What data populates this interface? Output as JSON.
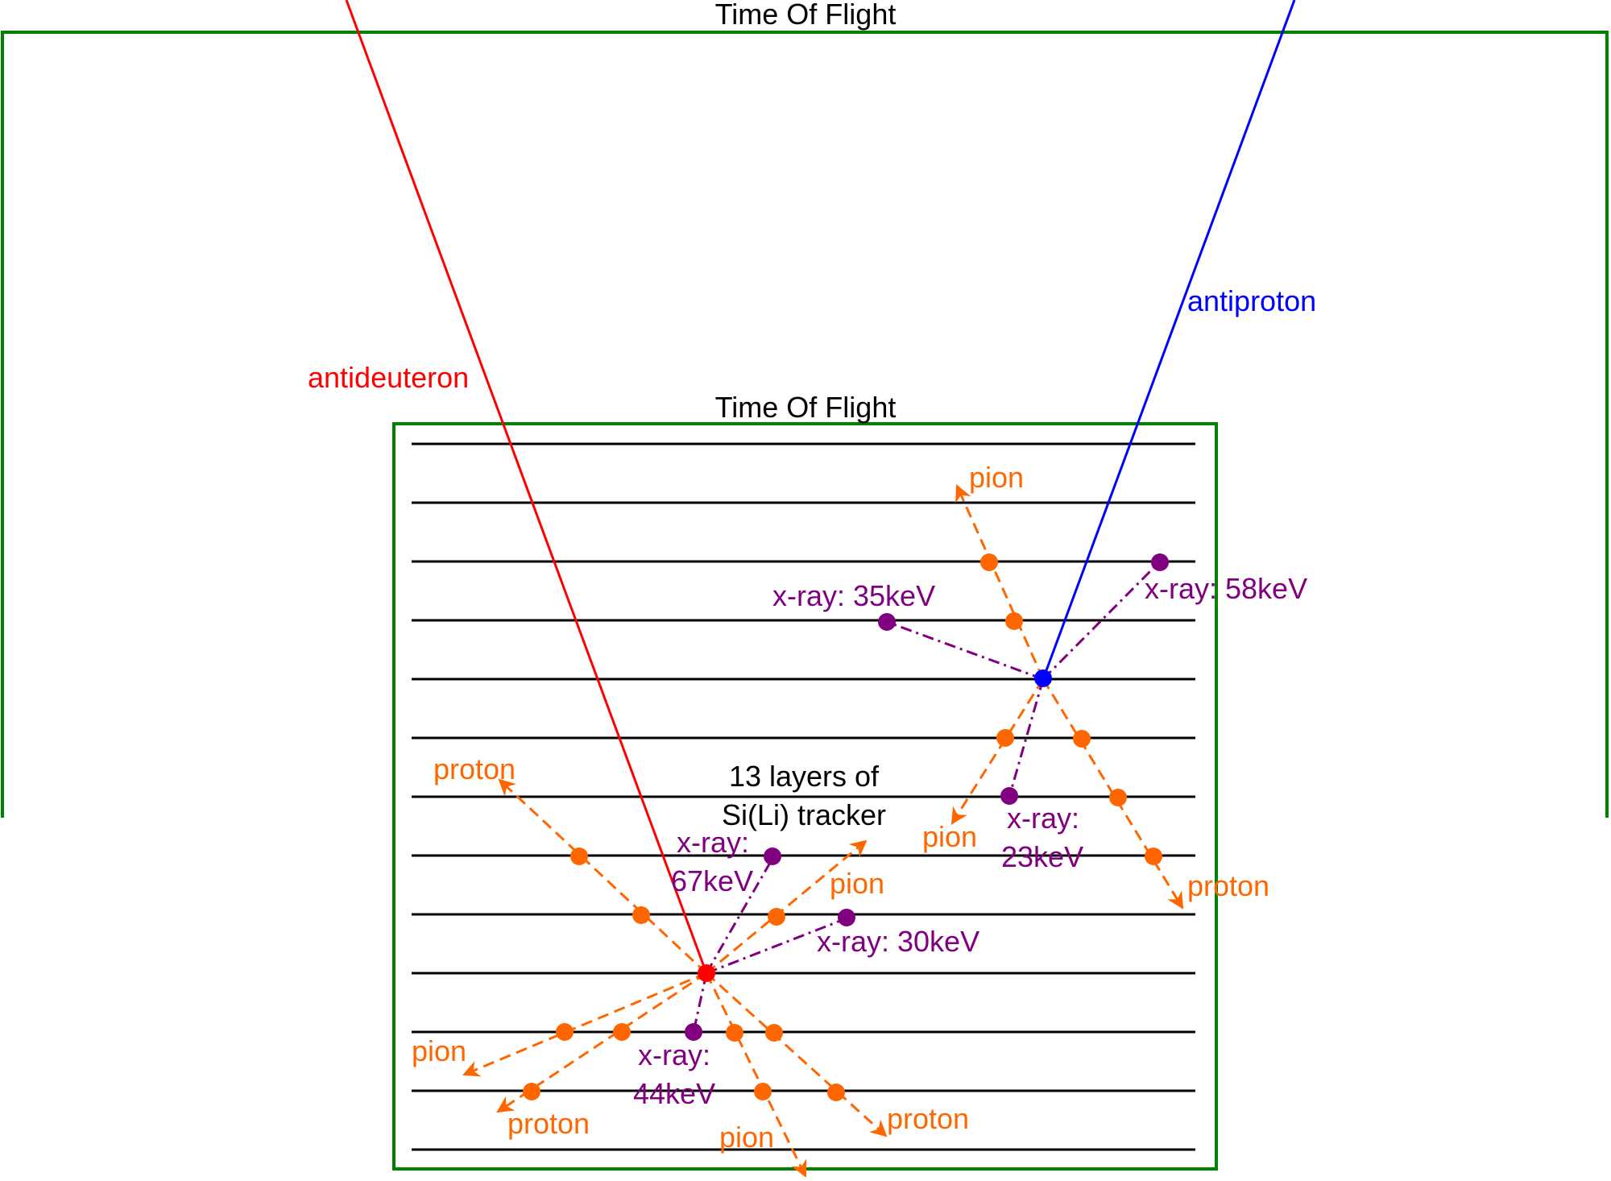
{
  "labels": {
    "tof_outer": "Time Of Flight",
    "tof_inner": "Time Of Flight",
    "antiproton": "antiproton",
    "antideuteron": "antideuteron",
    "tracker_line1": "13 layers of",
    "tracker_line2": "Si(Li) tracker",
    "xray_58": "x-ray: 58keV",
    "xray_35": "x-ray: 35keV",
    "xray_23_a": "x-ray:",
    "xray_23_b": "23keV",
    "xray_67_a": "x-ray:",
    "xray_67_b": "67keV",
    "xray_30": "x-ray: 30keV",
    "xray_44_a": "x-ray:",
    "xray_44_b": "44keV",
    "pion_top": "pion",
    "pion_mid_right": "pion",
    "pion_antiproton": "pion",
    "pion_bottom_left": "pion",
    "pion_bottom": "pion",
    "proton_upper_left": "proton",
    "proton_right": "proton",
    "proton_bottom_left": "proton",
    "proton_bottom_right": "proton"
  },
  "colors": {
    "tof": "#008000",
    "layer": "#000000",
    "antideuteron": "#ff0000",
    "antiproton": "#0000ff",
    "secondary": "#ff6600",
    "xray": "#800080"
  }
}
